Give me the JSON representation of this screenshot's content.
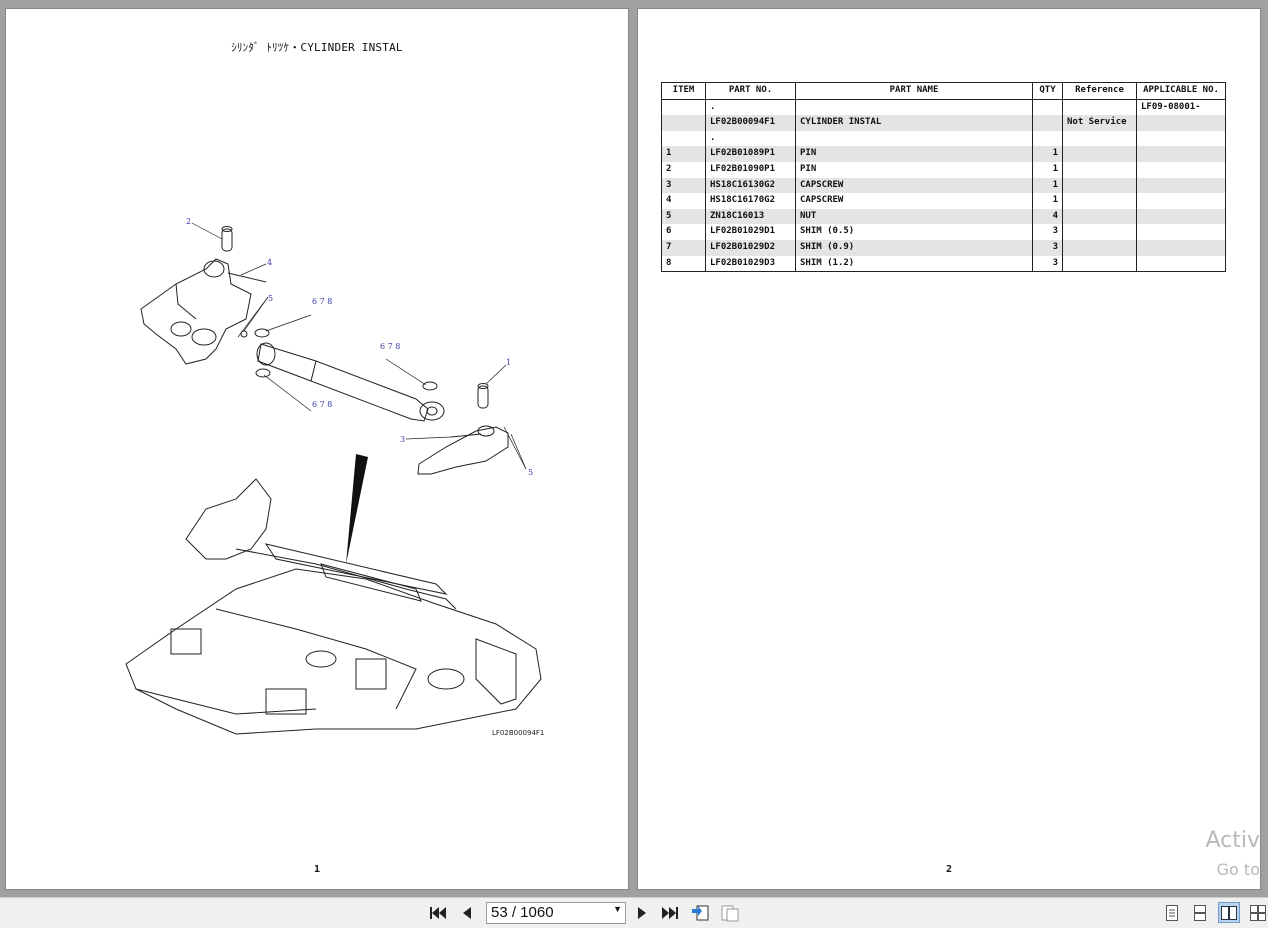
{
  "left_page": {
    "title": "ｼﾘﾝﾀﾞ ﾄﾘﾂｹ・CYLINDER INSTAL",
    "figure_id": "LF02B00094F1",
    "page_number": "1",
    "callouts": [
      "2",
      "4",
      "5",
      "6 7 8",
      "6 7 8",
      "6 7 8",
      "1",
      "3",
      "5"
    ]
  },
  "right_page": {
    "page_number": "2",
    "table": {
      "headers": [
        "ITEM",
        "PART NO.",
        "PART NAME",
        "QTY",
        "Reference",
        "APPLICABLE NO."
      ],
      "rows": [
        {
          "item": "",
          "part_no": ".",
          "part_name": "",
          "qty": "",
          "reference": "",
          "applicable": "LF09-08001-"
        },
        {
          "item": "",
          "part_no": "LF02B00094F1",
          "part_name": "CYLINDER INSTAL",
          "qty": "",
          "reference": "Not Service",
          "applicable": ""
        },
        {
          "item": "",
          "part_no": ".",
          "part_name": "",
          "qty": "",
          "reference": "",
          "applicable": ""
        },
        {
          "item": "1",
          "part_no": "LF02B01089P1",
          "part_name": "PIN",
          "qty": "1",
          "reference": "",
          "applicable": ""
        },
        {
          "item": "2",
          "part_no": "LF02B01090P1",
          "part_name": "PIN",
          "qty": "1",
          "reference": "",
          "applicable": ""
        },
        {
          "item": "3",
          "part_no": "HS18C16130G2",
          "part_name": "CAPSCREW",
          "qty": "1",
          "reference": "",
          "applicable": ""
        },
        {
          "item": "4",
          "part_no": "HS18C16170G2",
          "part_name": "CAPSCREW",
          "qty": "1",
          "reference": "",
          "applicable": ""
        },
        {
          "item": "5",
          "part_no": "ZN18C16013",
          "part_name": "NUT",
          "qty": "4",
          "reference": "",
          "applicable": ""
        },
        {
          "item": "6",
          "part_no": "LF02B01029D1",
          "part_name": "SHIM (0.5)",
          "qty": "3",
          "reference": "",
          "applicable": ""
        },
        {
          "item": "7",
          "part_no": "LF02B01029D2",
          "part_name": "SHIM (0.9)",
          "qty": "3",
          "reference": "",
          "applicable": ""
        },
        {
          "item": "8",
          "part_no": "LF02B01029D3",
          "part_name": "SHIM (1.2)",
          "qty": "3",
          "reference": "",
          "applicable": ""
        }
      ]
    }
  },
  "watermark": {
    "line1": "Activ",
    "line2": "Go to"
  },
  "toolbar": {
    "page_indicator": "53 / 1060",
    "icons": [
      "first-page-icon",
      "prev-page-icon",
      "next-page-icon",
      "last-page-icon",
      "previous-view-icon",
      "next-view-icon",
      "single-page-view-icon",
      "continuous-view-icon",
      "facing-view-icon",
      "continuous-facing-view-icon"
    ]
  },
  "colors": {
    "background": "#a0a0a0",
    "callout": "#3a3aa8",
    "row_shade": "#e4e4e4",
    "active_view": "#b9d3ee"
  }
}
